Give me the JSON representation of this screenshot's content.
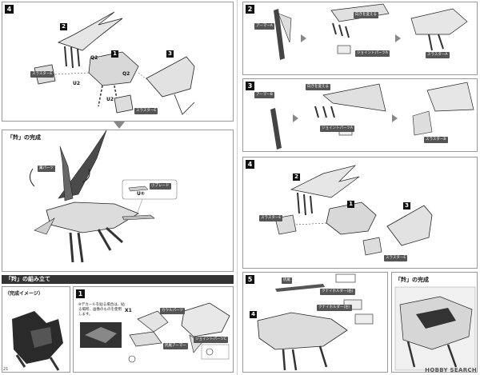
{
  "left_page": {
    "step4": {
      "number": "4",
      "labels": {
        "thruster_e_top": "スラスターE",
        "thruster_e_bottom": "スラスターE"
      },
      "parts": [
        "1",
        "2",
        "3"
      ],
      "uq": [
        "Q2",
        "U2",
        "Q2",
        "U2"
      ]
    },
    "completion_title": "「羚」の完成",
    "completion": {
      "label_wing": "翼パーツ",
      "callout_label": "小ブレード",
      "callout_code": "U⑤"
    },
    "assembly_band": "「羚」の組み立て",
    "image_title": "（完成イメージ）",
    "step1": {
      "number": "1",
      "note": "※デカールを貼る場合は、貼る場所、画像のものを使用します。",
      "labels": {
        "cowl": "カウルパーツ",
        "joint_c": "ジョイントパーツC",
        "tail": "尻尾アーマー"
      },
      "count": "X1"
    },
    "page_number": "21"
  },
  "right_page": {
    "step2": {
      "number": "2",
      "labels": {
        "armor_a": "アーマーA",
        "turn": "向きを変える",
        "joint_a": "ジョイントパーツA",
        "thruster_a": "スラスターA"
      }
    },
    "step3": {
      "number": "3",
      "labels": {
        "armor_b": "アーマーB",
        "turn": "向きを変える",
        "joint_a": "ジョイントパーツA",
        "thruster_b": "スラスターB"
      }
    },
    "step4": {
      "number": "4",
      "labels": {
        "thruster_e_left": "スラスターE",
        "thruster_e_right": "スラスターE"
      },
      "parts": [
        "2",
        "1",
        "3"
      ]
    },
    "step5": {
      "number": "5",
      "labels": {
        "tail": "尻尾",
        "holder_right": "クナイホルダー(右)",
        "holder_left": "クナイホルダー(左)"
      },
      "parts": [
        "4"
      ]
    },
    "completion_title": "「羚」の完成",
    "watermark": "HOBBY SEARCH"
  }
}
